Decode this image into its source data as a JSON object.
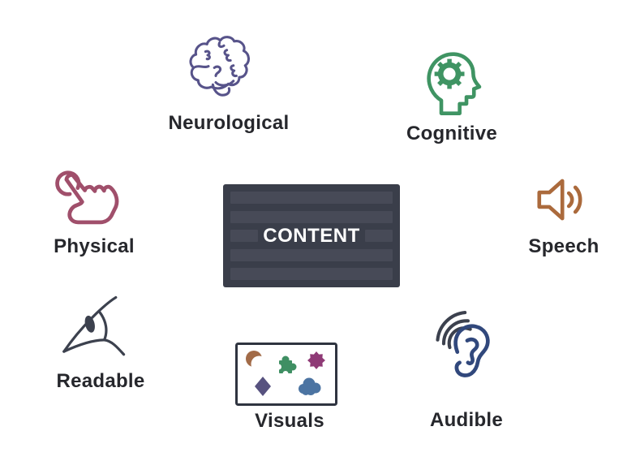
{
  "background": "#ffffff",
  "label_color": "#26272c",
  "center_block": {
    "label": "CONTENT",
    "bg": "#3a3e4a",
    "stripe_color": "#474a57",
    "text_color": "#ffffff"
  },
  "nodes": {
    "neurological": {
      "label": "Neurological",
      "icon": "brain-icon",
      "color": "#57538a"
    },
    "cognitive": {
      "label": "Cognitive",
      "icon": "head-gear-icon",
      "color": "#3f9463"
    },
    "physical": {
      "label": "Physical",
      "icon": "tap-hand-icon",
      "color": "#a04f6b"
    },
    "speech": {
      "label": "Speech",
      "icon": "speaker-icon",
      "color": "#ab6a3c"
    },
    "readable": {
      "label": "Readable",
      "icon": "eye-icon",
      "color": "#3c414e"
    },
    "visuals": {
      "label": "Visuals",
      "icon": "shapes-box-icon",
      "shape_colors": {
        "moon": "#a26b48",
        "puzzle": "#3f8f63",
        "burst": "#8f3a76",
        "diamond": "#57527f",
        "cloud": "#4c74a2"
      }
    },
    "audible": {
      "label": "Audible",
      "icon": "ear-icon",
      "color": "#31487c",
      "wave_color": "#3c414e"
    }
  }
}
